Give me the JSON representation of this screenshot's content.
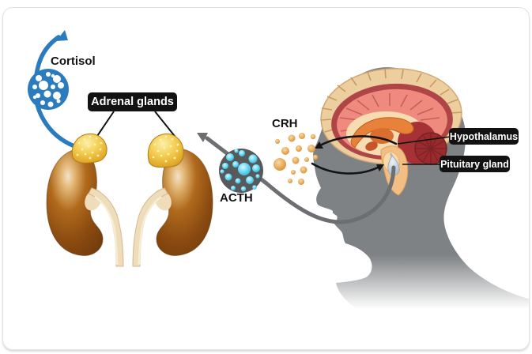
{
  "figure": {
    "labels": {
      "cortisol": "Cortisol",
      "adrenal_glands": "Adrenal glands",
      "acth": "ACTH",
      "crh": "CRH",
      "hypothalamus": "Hypothalamus",
      "pituitary_gland": "Pituitary gland"
    },
    "colors": {
      "cortisol_blue": "#2B7BBF",
      "acth_circle_gray": "#58595B",
      "acth_dot_cyan": "#35C4EE",
      "crh_dot_orange": "#D88A33",
      "kidney_brown": "#8A4A12",
      "adrenal_yellow": "#EFC33E",
      "ureter_cream": "#EFDCBB",
      "head_gray": "#7F8285",
      "skull_tan": "#EDCE9F",
      "cortex_salmon": "#EF8B7E",
      "cortex_dark_red": "#B04548",
      "cerebellum_red": "#992A2D",
      "corpus_callosum_orange": "#E8823A",
      "brainstem_cream": "#F2BE83",
      "pituitary_blue_gray": "#A9BBC8",
      "label_box": "#121212",
      "label_text": "#FFFFFF",
      "arrow_gray": "#6D6E71",
      "arrow_black": "#141414",
      "background": "#FFFFFF"
    }
  }
}
